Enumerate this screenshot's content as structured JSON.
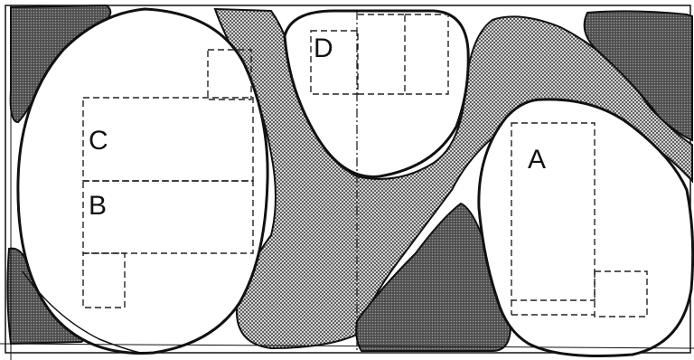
{
  "figure": {
    "labels": {
      "a": "A",
      "b": "B",
      "c": "C",
      "d": "D"
    },
    "colors": {
      "ink": "#111111",
      "paper": "#ffffff",
      "dark_fill": "#5c5c5c",
      "dotted_fill": "#a9a9a9"
    }
  }
}
